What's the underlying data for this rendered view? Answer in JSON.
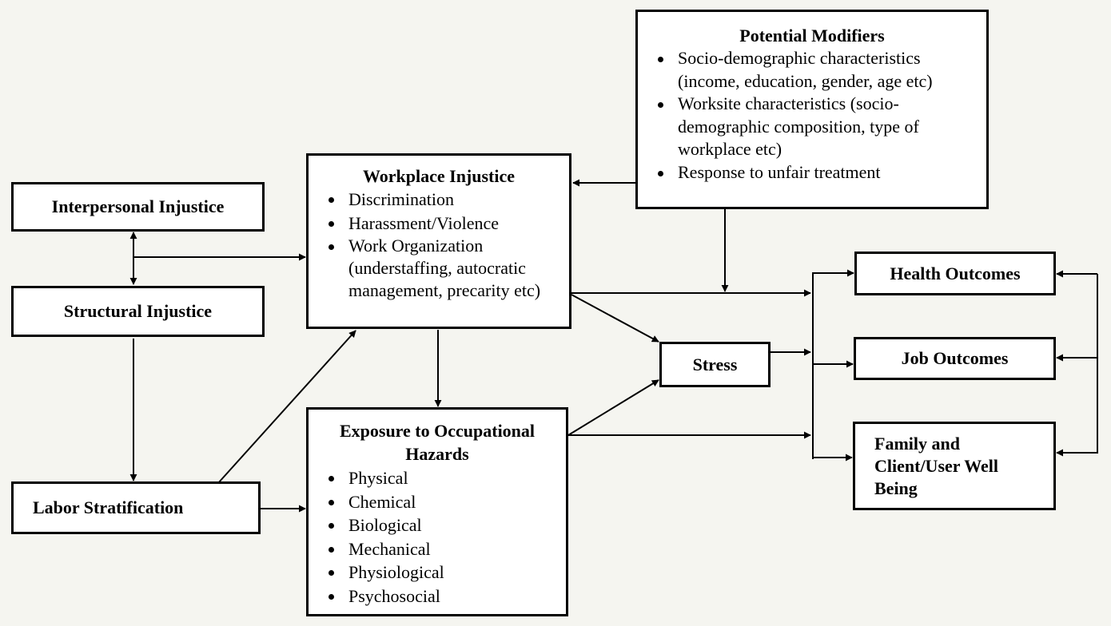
{
  "boxes": {
    "interpersonal": "Interpersonal Injustice",
    "structural": "Structural Injustice",
    "labor": "Labor Stratification",
    "workplace": {
      "title": "Workplace Injustice",
      "items": [
        "Discrimination",
        "Harassment/Violence",
        "Work Organization (understaffing, autocratic management, precarity etc)"
      ]
    },
    "exposure": {
      "title": "Exposure to Occupational Hazards",
      "items": [
        "Physical",
        "Chemical",
        "Biological",
        "Mechanical",
        "Physiological",
        "Psychosocial"
      ]
    },
    "modifiers": {
      "title": "Potential Modifiers",
      "items": [
        "Socio-demographic characteristics (income, education, gender, age etc)",
        "Worksite characteristics (socio-demographic composition, type of workplace etc)",
        "Response to unfair treatment"
      ]
    },
    "stress": "Stress",
    "health": "Health Outcomes",
    "job": "Job Outcomes",
    "family": "Family and Client/User Well Being"
  }
}
